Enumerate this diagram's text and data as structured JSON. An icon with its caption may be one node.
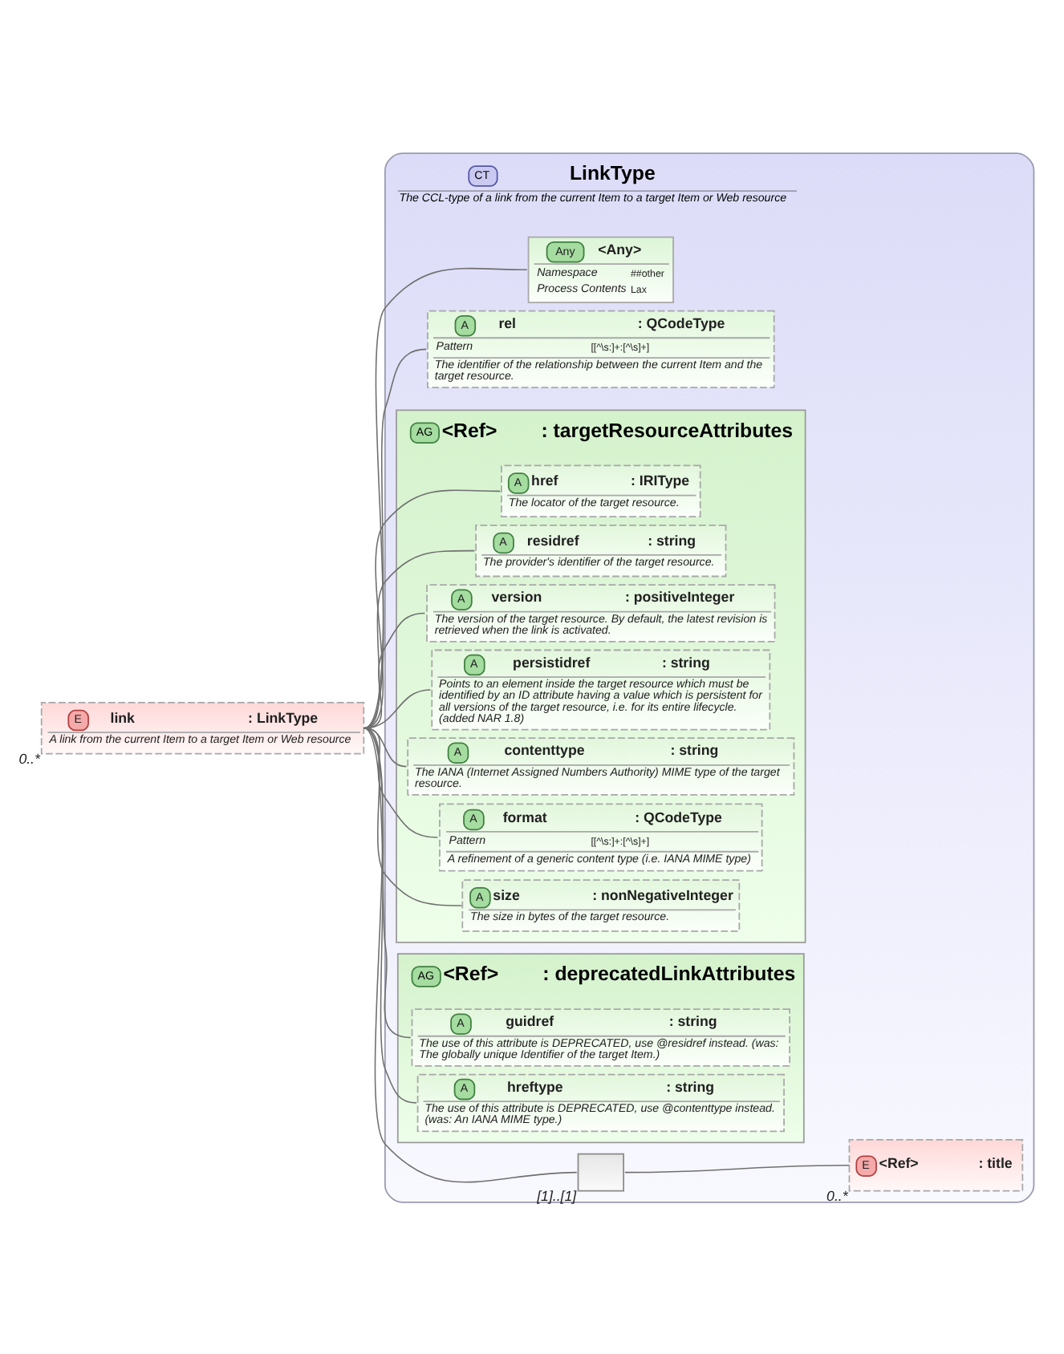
{
  "diagram": {
    "nodes": [
      {
        "text": [
          "E",
          "link",
          ": LinkType",
          "A link from the current Item to a target Item or Web resource"
        ],
        "beside": [
          "0..*"
        ]
      },
      {
        "text": [
          "CT",
          "LinkType",
          "The CCL-type of a link from the current Item to a target Item or Web resource"
        ]
      },
      {
        "text": [
          "Any",
          "<Any>",
          "Namespace",
          "##other",
          "Process Contents",
          "Lax"
        ],
        "in": 1
      },
      {
        "text": [
          "A",
          "rel",
          ": QCodeType",
          "Pattern",
          "[[^\\s:]+:[^\\s]+]",
          "The identifier of the relationship between the current Item and the target resource."
        ],
        "in": 1
      },
      {
        "text": [
          "AG",
          "<Ref>",
          ": targetResourceAttributes"
        ],
        "in": 1
      },
      {
        "text": [
          "A",
          "href",
          ": IRIType",
          "The locator of the target resource."
        ],
        "in": 4
      },
      {
        "text": [
          "A",
          "residref",
          ": string",
          "The provider's identifier of the target resource."
        ],
        "in": 4
      },
      {
        "text": [
          "A",
          "version",
          ": positiveInteger",
          "The version of the target resource. By default, the latest revision is retrieved when the link is activated."
        ],
        "in": 4
      },
      {
        "text": [
          "A",
          "persistidref",
          ": string",
          "Points to an element inside the target resource which must be identified by an ID attribute having a value which is persistent for all versions of the target resource, i.e. for its entire lifecycle. (added NAR 1.8)"
        ],
        "in": 4
      },
      {
        "text": [
          "A",
          "contenttype",
          ": string",
          "The IANA (Internet Assigned Numbers Authority) MIME type of the target resource."
        ],
        "in": 4
      },
      {
        "text": [
          "A",
          "format",
          ": QCodeType",
          "Pattern",
          "[[^\\s:]+:[^\\s]+]",
          "A refinement of a generic content type (i.e. IANA MIME type)"
        ],
        "in": 4
      },
      {
        "text": [
          "A",
          "size",
          ": nonNegativeInteger",
          "The size in bytes of the target resource."
        ],
        "in": 4
      },
      {
        "text": [
          "AG",
          "<Ref>",
          ": deprecatedLinkAttributes"
        ],
        "in": 1
      },
      {
        "text": [
          "A",
          "guidref",
          ": string",
          "The use of this attribute is DEPRECATED, use @residref instead. (was: The globally unique Identifier of the target Item.)"
        ],
        "in": 12
      },
      {
        "text": [
          "A",
          "hreftype",
          ": string",
          "The use of this attribute is DEPRECATED, use @contenttype instead. (was: An IANA MIME type.)"
        ],
        "in": 12
      },
      {
        "text": [],
        "shape": "box",
        "in": 1,
        "beside": [
          "[1]..[1]"
        ]
      },
      {
        "text": [
          "E",
          "<Ref>",
          ": title"
        ],
        "in": 1,
        "beside": [
          "0..*"
        ]
      }
    ],
    "edges": [
      {
        "from": 0,
        "to": 2,
        "arrow": "none"
      },
      {
        "from": 0,
        "to": 3,
        "arrow": "none"
      },
      {
        "from": 0,
        "to": 5,
        "arrow": "none"
      },
      {
        "from": 0,
        "to": 6,
        "arrow": "none"
      },
      {
        "from": 0,
        "to": 7,
        "arrow": "none"
      },
      {
        "from": 0,
        "to": 8,
        "arrow": "none"
      },
      {
        "from": 0,
        "to": 9,
        "arrow": "none"
      },
      {
        "from": 0,
        "to": 10,
        "arrow": "none"
      },
      {
        "from": 0,
        "to": 11,
        "arrow": "none"
      },
      {
        "from": 0,
        "to": 13,
        "arrow": "none"
      },
      {
        "from": 0,
        "to": 14,
        "arrow": "none"
      },
      {
        "from": 0,
        "to": 15,
        "arrow": "none"
      },
      {
        "from": 15,
        "to": 16,
        "arrow": "none"
      }
    ]
  }
}
